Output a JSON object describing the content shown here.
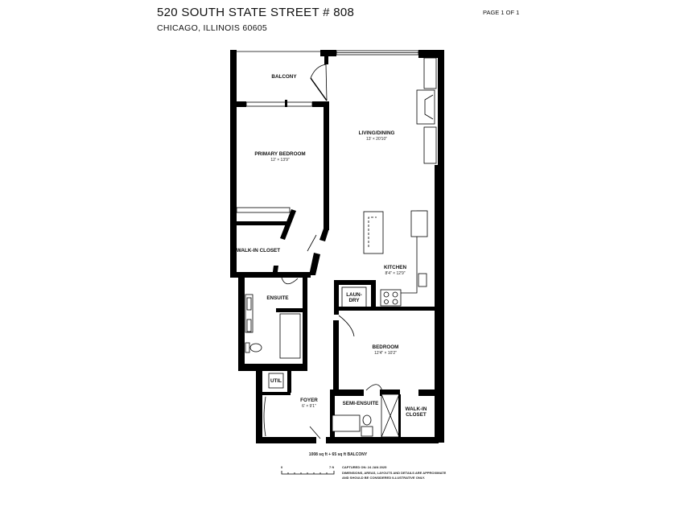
{
  "header": {
    "address": "520 SOUTH STATE STREET # 808",
    "city": "CHICAGO, ILLINOIS 60605",
    "page": "PAGE 1 OF 1"
  },
  "rooms": {
    "balcony": {
      "name": "BALCONY"
    },
    "living": {
      "name": "LIVING/DINING",
      "dims": "13' × 20'10\""
    },
    "primary_bedroom": {
      "name": "PRIMARY BEDROOM",
      "dims": "12' × 13'9\""
    },
    "walkin1": {
      "name": "WALK-IN CLOSET"
    },
    "kitchen": {
      "name": "KITCHEN",
      "dims": "8'4\" × 12'9\""
    },
    "laundry": {
      "line1": "LAUN-",
      "line2": "DRY"
    },
    "ensuite": {
      "name": "ENSUITE"
    },
    "bedroom": {
      "name": "BEDROOM",
      "dims": "12'4\" × 10'2\""
    },
    "util": {
      "name": "UTIL"
    },
    "foyer": {
      "name": "FOYER",
      "dims": "6' × 9'1\""
    },
    "semi_ensuite": {
      "name": "SEMI-ENSUITE"
    },
    "walkin2": {
      "line1": "WALK-IN",
      "line2": "CLOSET"
    }
  },
  "footer": {
    "area": "1008 sq ft + 65 sq ft BALCONY",
    "scale_start": "0",
    "scale_end": "7 ft",
    "captured": "CAPTURED ON: 24 JAN 2025",
    "disclaimer1": "DIMENSIONS, AREAS, LAYOUTS AND DETAILS ARE APPROXIMATE",
    "disclaimer2": "AND SHOULD BE CONSIDERED ILLUSTRATIVE ONLY."
  }
}
